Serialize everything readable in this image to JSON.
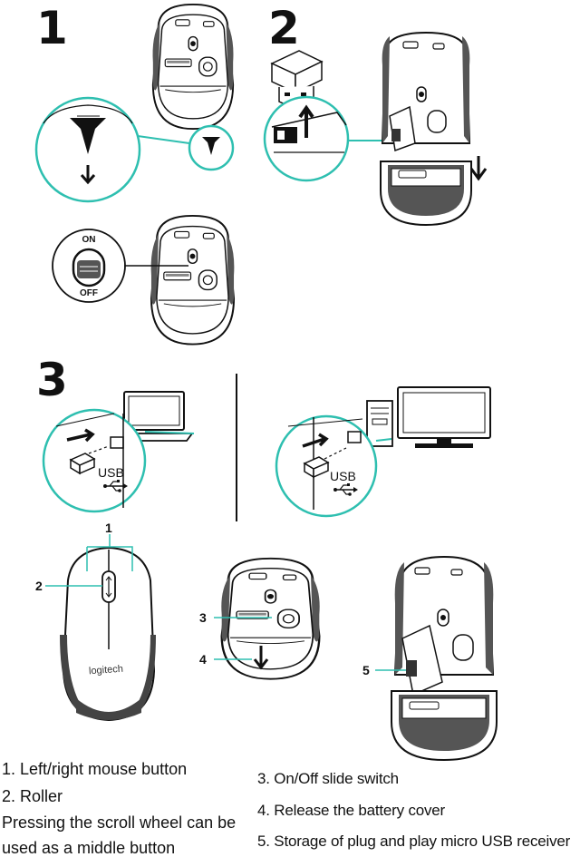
{
  "steps": [
    "1",
    "2",
    "3"
  ],
  "switch_labels": {
    "on": "ON",
    "off": "OFF"
  },
  "usb_label": "USB",
  "brand_logo": "logitech",
  "callouts": [
    "1",
    "2",
    "3",
    "4",
    "5"
  ],
  "captions": {
    "left": [
      "1. Left/right mouse button",
      "2. Roller",
      "Pressing the scroll wheel can be",
      "used as a middle button"
    ],
    "right": [
      "3. On/Off slide switch",
      "4. Release the battery cover",
      "5. Storage of plug and play micro USB receiver"
    ]
  },
  "colors": {
    "accent": "#2ebfb0",
    "ink": "#111111",
    "mouse_gray": "#3a3a3a"
  },
  "icons": [
    "arrow-down-icon",
    "usb-icon",
    "laptop-icon",
    "monitor-icon",
    "pc-tower-icon"
  ]
}
